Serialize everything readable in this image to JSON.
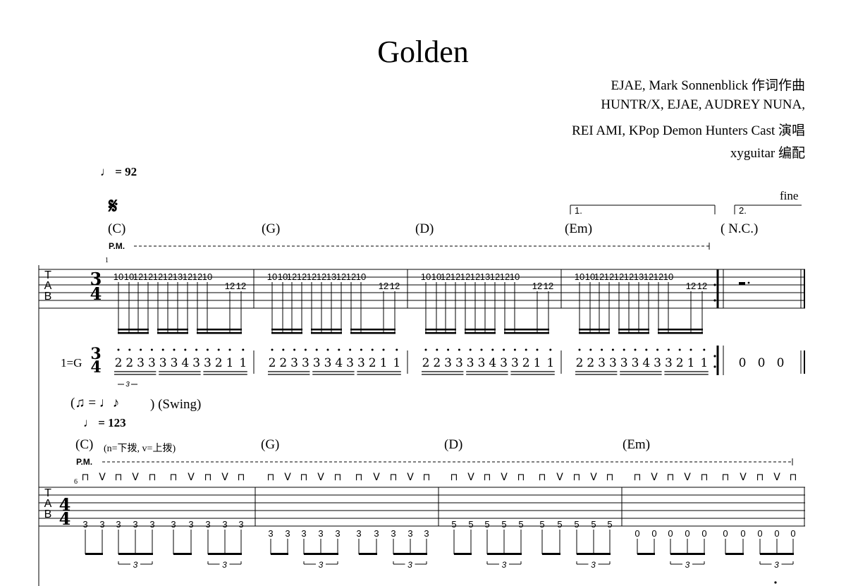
{
  "title": "Golden",
  "credits": [
    "EJAE, Mark Sonnenblick 作词作曲",
    "HUNTR/X, EJAE, AUDREY NUNA,",
    "REI AMI, KPop Demon Hunters Cast 演唱",
    "xyguitar 编配"
  ],
  "tempo1": "= 92",
  "tempo2": "= 123",
  "fine": "fine",
  "volta1": "1.",
  "volta2": "2.",
  "pm": "P.M.",
  "key": "1=G",
  "swing": "(",
  "swing_text": ") (Swing)",
  "triplet_label": "3",
  "pick_note": "(n=下拨, v=上拨)",
  "measure_numbers": [
    "1",
    "6"
  ],
  "tab_clef": [
    "T",
    "A",
    "B"
  ],
  "time_sig1": [
    "3",
    "4"
  ],
  "time_sig2": [
    "4",
    "4"
  ],
  "chords1": [
    "(C)",
    "(G)",
    "(D)",
    "(Em)",
    "( N.C.)"
  ],
  "chords2": [
    "(C)",
    "(G)",
    "(D)",
    "(Em)"
  ],
  "tab_frets1": [
    "10",
    "10",
    "12",
    "12",
    "12",
    "12",
    "13",
    "12",
    "12",
    "10",
    "12",
    "12"
  ],
  "jianpu1": [
    "2",
    "2",
    "3",
    "3",
    "3",
    "3",
    "4",
    "3",
    "3",
    "2",
    "1",
    "1"
  ],
  "jianpu_rest": [
    "0",
    "0",
    "0"
  ],
  "tab_frets2": [
    [
      "3",
      "3",
      "3",
      "3",
      "3",
      "3",
      "3",
      "3",
      "3",
      "3"
    ],
    [
      "3",
      "3",
      "3",
      "3",
      "3",
      "3",
      "3",
      "3",
      "3",
      "3"
    ],
    [
      "5",
      "5",
      "5",
      "5",
      "5",
      "5",
      "5",
      "5",
      "5",
      "5"
    ],
    [
      "0",
      "0",
      "0",
      "0",
      "0",
      "0",
      "0",
      "0",
      "0",
      "0"
    ]
  ],
  "pick_pattern": [
    "n",
    "v",
    "n",
    "v",
    "n",
    "n",
    "v",
    "n",
    "v",
    "n"
  ]
}
